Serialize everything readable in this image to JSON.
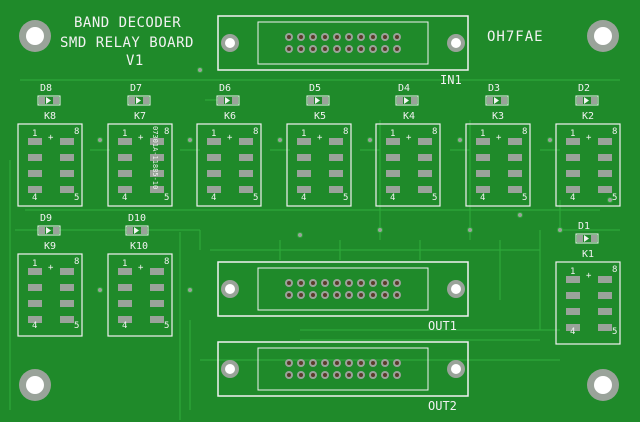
{
  "board": {
    "title_lines": [
      "BAND DECODER",
      "SMD RELAY BOARD",
      "V1"
    ],
    "callsign": "OH7FAE",
    "colors": {
      "soldermask": "#1f8a2a",
      "copper": "#2ea83a",
      "silkscreen": "#f2f2f2",
      "pad": "#9aa39a",
      "hole": "#5a3a2a"
    }
  },
  "connectors": [
    {
      "id": "in1",
      "label": "IN1"
    },
    {
      "id": "out1",
      "label": "OUT1"
    },
    {
      "id": "out2",
      "label": "OUT2"
    }
  ],
  "diodes": [
    "D8",
    "D7",
    "D6",
    "D5",
    "D4",
    "D3",
    "D2",
    "D9",
    "D10",
    "D1"
  ],
  "relays": [
    "K8",
    "K7",
    "K6",
    "K5",
    "K4",
    "K3",
    "K2",
    "K9",
    "K10",
    "K1"
  ],
  "pin_marks": {
    "pin1": "1",
    "pin8": "8",
    "pin4": "4",
    "pin5": "5",
    "plus": "+"
  },
  "part_number": "07301A-11885-10"
}
